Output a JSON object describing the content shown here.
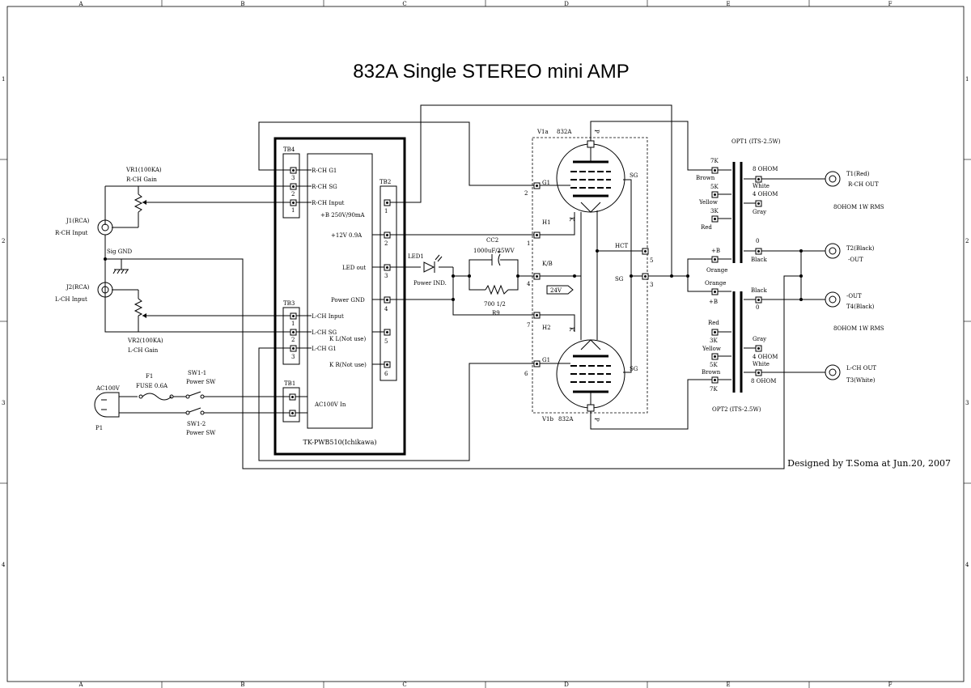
{
  "title": "832A Single STEREO mini AMP",
  "credit": "Designed by T.Soma at Jun.20, 2007",
  "frame": {
    "columns": [
      "A",
      "B",
      "C",
      "D",
      "E",
      "F"
    ],
    "rows": [
      "1",
      "2",
      "3",
      "4"
    ]
  },
  "board": {
    "name": "TK-PWB510(Ichikawa)",
    "tb4": {
      "name": "TB4",
      "pins": [
        "3",
        "2",
        "1"
      ],
      "labels": [
        "R-CH G1",
        "R-CH SG",
        "R-CH Input"
      ]
    },
    "tb3": {
      "name": "TB3",
      "pins": [
        "1",
        "2",
        "3"
      ],
      "labels": [
        "L-CH Input",
        "L-CH SG",
        "L-CH G1"
      ]
    },
    "tb1": {
      "name": "TB1",
      "label": "AC100V In"
    },
    "tb2": {
      "name": "TB2",
      "pins": [
        "1",
        "2",
        "3",
        "4",
        "5",
        "6"
      ],
      "labels": [
        "+B 250V/90mA",
        "+12V 0.9A",
        "LED out",
        "Power GND",
        "K L(Not use)",
        "K R(Not use)"
      ]
    }
  },
  "inputs": {
    "j1": [
      "J1(RCA)",
      "R-CH Input"
    ],
    "j2": [
      "J2(RCA)",
      "L-CH Input"
    ],
    "vr1": [
      "VR1(100KA)",
      "R-CH Gain"
    ],
    "vr2": [
      "VR2(100KA)",
      "L-CH Gain"
    ],
    "sig_gnd": "Sig GND"
  },
  "power": {
    "ac": "AC100V",
    "plug": "P1",
    "fuse": [
      "F1",
      "FUSE 0.6A"
    ],
    "sw1": [
      "SW1-1",
      "Power SW"
    ],
    "sw2": [
      "SW1-2",
      "Power SW"
    ]
  },
  "led": [
    "LED1",
    "Power IND."
  ],
  "cap": [
    "CC2",
    "1000uF/25WV"
  ],
  "res": [
    "700 1/2",
    "R9"
  ],
  "tube": {
    "v1a": [
      "V1a",
      "832A"
    ],
    "v1b": [
      "V1b",
      "832A"
    ],
    "pins": {
      "g1": "G1",
      "sg": "SG",
      "p": "P",
      "k": "K",
      "h1": "H1",
      "h2": "H2",
      "kb": "K/B",
      "hct": "HCT",
      "n2": "2",
      "n1": "1",
      "n4": "4",
      "n7": "7",
      "n6": "6",
      "n5": "5",
      "n3": "3"
    },
    "heater_v": "24V"
  },
  "opt1": {
    "name": "OPT1 (ITS-2.5W)",
    "pri": [
      [
        "7K",
        "Brown"
      ],
      [
        "5K",
        "Yellow"
      ],
      [
        "3K",
        "Red"
      ],
      [
        "+B",
        "Orange"
      ]
    ],
    "sec": [
      [
        "8 OHOM",
        "White"
      ],
      [
        "4 OHOM",
        "Gray"
      ],
      [
        "0",
        "Black"
      ]
    ]
  },
  "opt2": {
    "name": "OPT2 (ITS-2.5W)",
    "pri": [
      [
        "Orange",
        "+B"
      ],
      [
        "Red",
        "3K"
      ],
      [
        "Yellow",
        "5K"
      ],
      [
        "Brown",
        "7K"
      ]
    ],
    "sec": [
      [
        "Black",
        "0"
      ],
      [
        "Gray",
        "4 OHOM"
      ],
      [
        "8 OHOM",
        "White"
      ]
    ]
  },
  "outputs": {
    "t1": [
      "T1(Red)",
      "R-CH OUT"
    ],
    "t2": [
      "T2(Black)",
      "-OUT"
    ],
    "t4": [
      "-OUT",
      "T4(Black)"
    ],
    "t3": [
      "L-CH OUT",
      "T3(White)"
    ],
    "rms1": "8OHOM 1W RMS",
    "rms2": "8OHOM 1W RMS"
  }
}
